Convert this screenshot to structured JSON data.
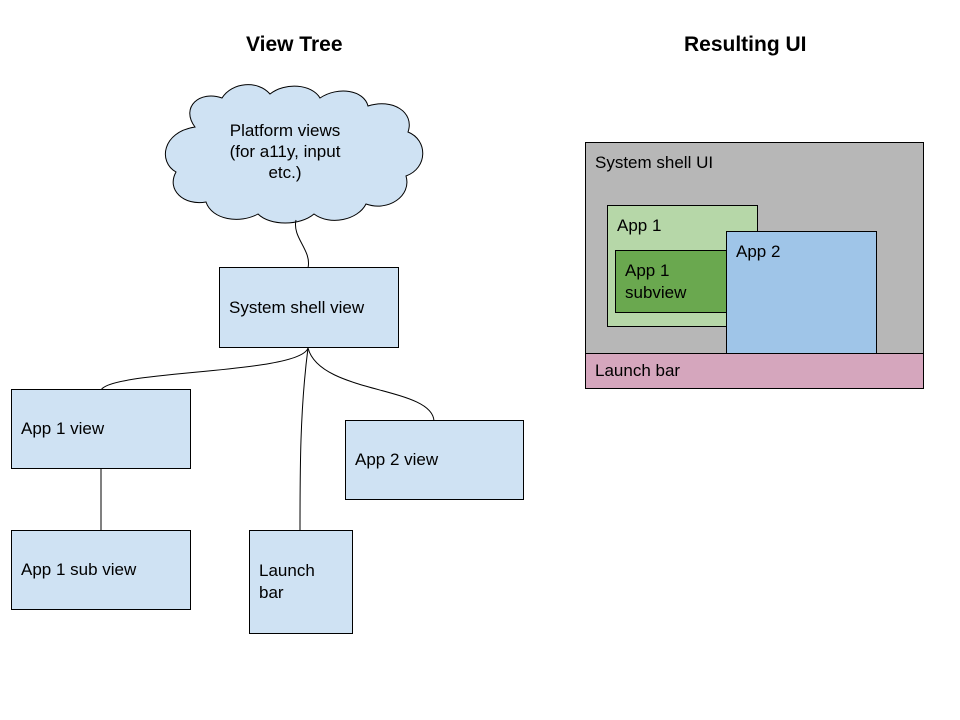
{
  "view_tree": {
    "heading": "View Tree",
    "cloud": {
      "lines": [
        "Platform views",
        "(for a11y, input",
        "etc.)"
      ]
    },
    "nodes": {
      "system_shell": "System shell view",
      "app1": "App 1 view",
      "app1_sub": "App 1 sub view",
      "launch_bar": "Launch bar",
      "app2": "App 2 view"
    }
  },
  "resulting_ui": {
    "heading": "Resulting UI",
    "system_shell": "System shell UI",
    "app1": "App 1",
    "app1_subview": "App 1 subview",
    "app2": "App 2",
    "launch_bar": "Launch bar"
  },
  "colors": {
    "tree_node_fill": "#cfe2f3",
    "shell_fill": "#b7b7b7",
    "app1_fill": "#b6d7a8",
    "app1_subview_fill": "#6aa84f",
    "app2_fill": "#9fc5e8",
    "launch_bar_fill": "#d5a6bd"
  }
}
